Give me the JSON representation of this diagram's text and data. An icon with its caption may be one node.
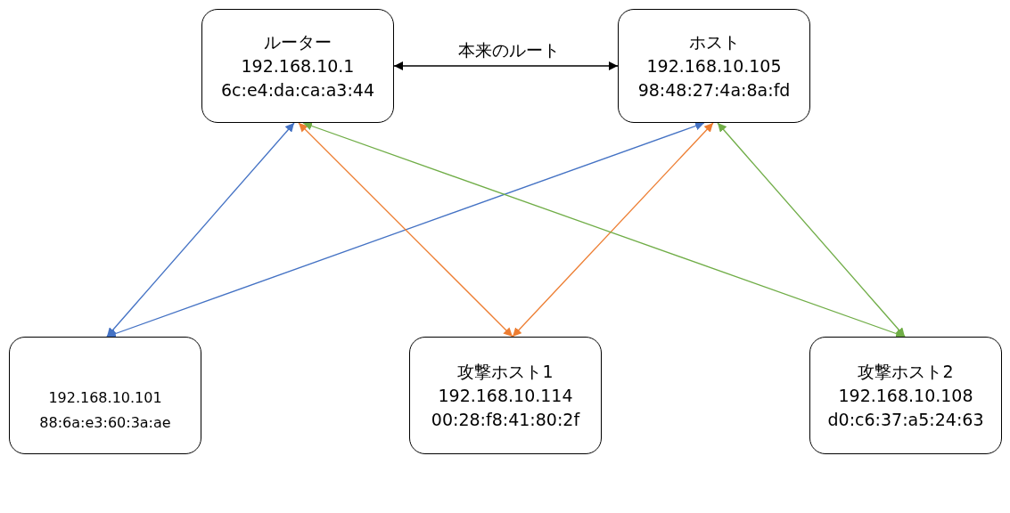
{
  "diagram": {
    "nodes": [
      {
        "text": [
          "ルーター",
          "192.168.10.1",
          "6c:e4:da:ca:a3:44"
        ]
      },
      {
        "text": [
          "ホスト",
          "192.168.10.105",
          "98:48:27:4a:8a:fd"
        ]
      },
      {
        "text": [
          "192.168.10.101",
          "88:6a:e3:60:3a:ae"
        ]
      },
      {
        "text": [
          "攻撃ホスト1",
          "192.168.10.114",
          "00:28:f8:41:80:2f"
        ]
      },
      {
        "text": [
          "攻撃ホスト2",
          "192.168.10.108",
          "d0:c6:37:a5:24:63"
        ]
      }
    ],
    "edges": [
      {
        "from": 0,
        "to": 1,
        "arrow": "both",
        "label": "本来のルート",
        "color": "#000000"
      },
      {
        "from": 0,
        "to": 2,
        "arrow": "both",
        "color": "#4472c4"
      },
      {
        "from": 1,
        "to": 2,
        "arrow": "both",
        "color": "#4472c4"
      },
      {
        "from": 0,
        "to": 3,
        "arrow": "both",
        "color": "#ed7d31"
      },
      {
        "from": 1,
        "to": 3,
        "arrow": "both",
        "color": "#ed7d31"
      },
      {
        "from": 0,
        "to": 4,
        "arrow": "both",
        "color": "#70ad47"
      },
      {
        "from": 1,
        "to": 4,
        "arrow": "both",
        "color": "#70ad47"
      }
    ]
  }
}
